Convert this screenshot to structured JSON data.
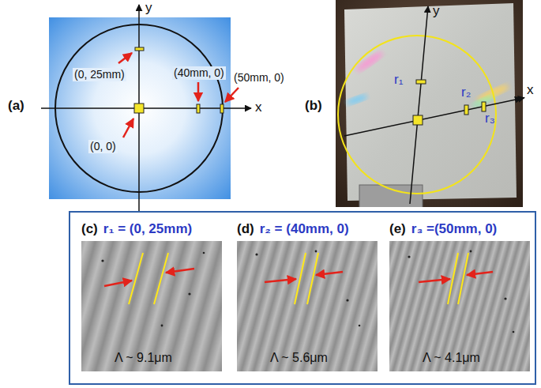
{
  "diagram": {
    "nodes": [
      {
        "text": [
          "(c)",
          "r₁ = (0, 25mm)",
          "Λ ~ 9.1μm"
        ]
      },
      {
        "text": [
          "(d)",
          "r₂ = (40mm, 0)",
          "Λ ~ 5.6μm"
        ]
      },
      {
        "text": [
          "(e)",
          "r₃ =(50mm, 0)",
          "Λ ~ 4.1μm"
        ]
      }
    ],
    "labels": [
      "(a)",
      "y",
      "x",
      "(0, 25mm)",
      "(40mm, 0)",
      "(50mm, 0)",
      "(0, 0)",
      "(b)",
      "y",
      "x",
      "r₁",
      "r₂",
      "r₃"
    ]
  }
}
